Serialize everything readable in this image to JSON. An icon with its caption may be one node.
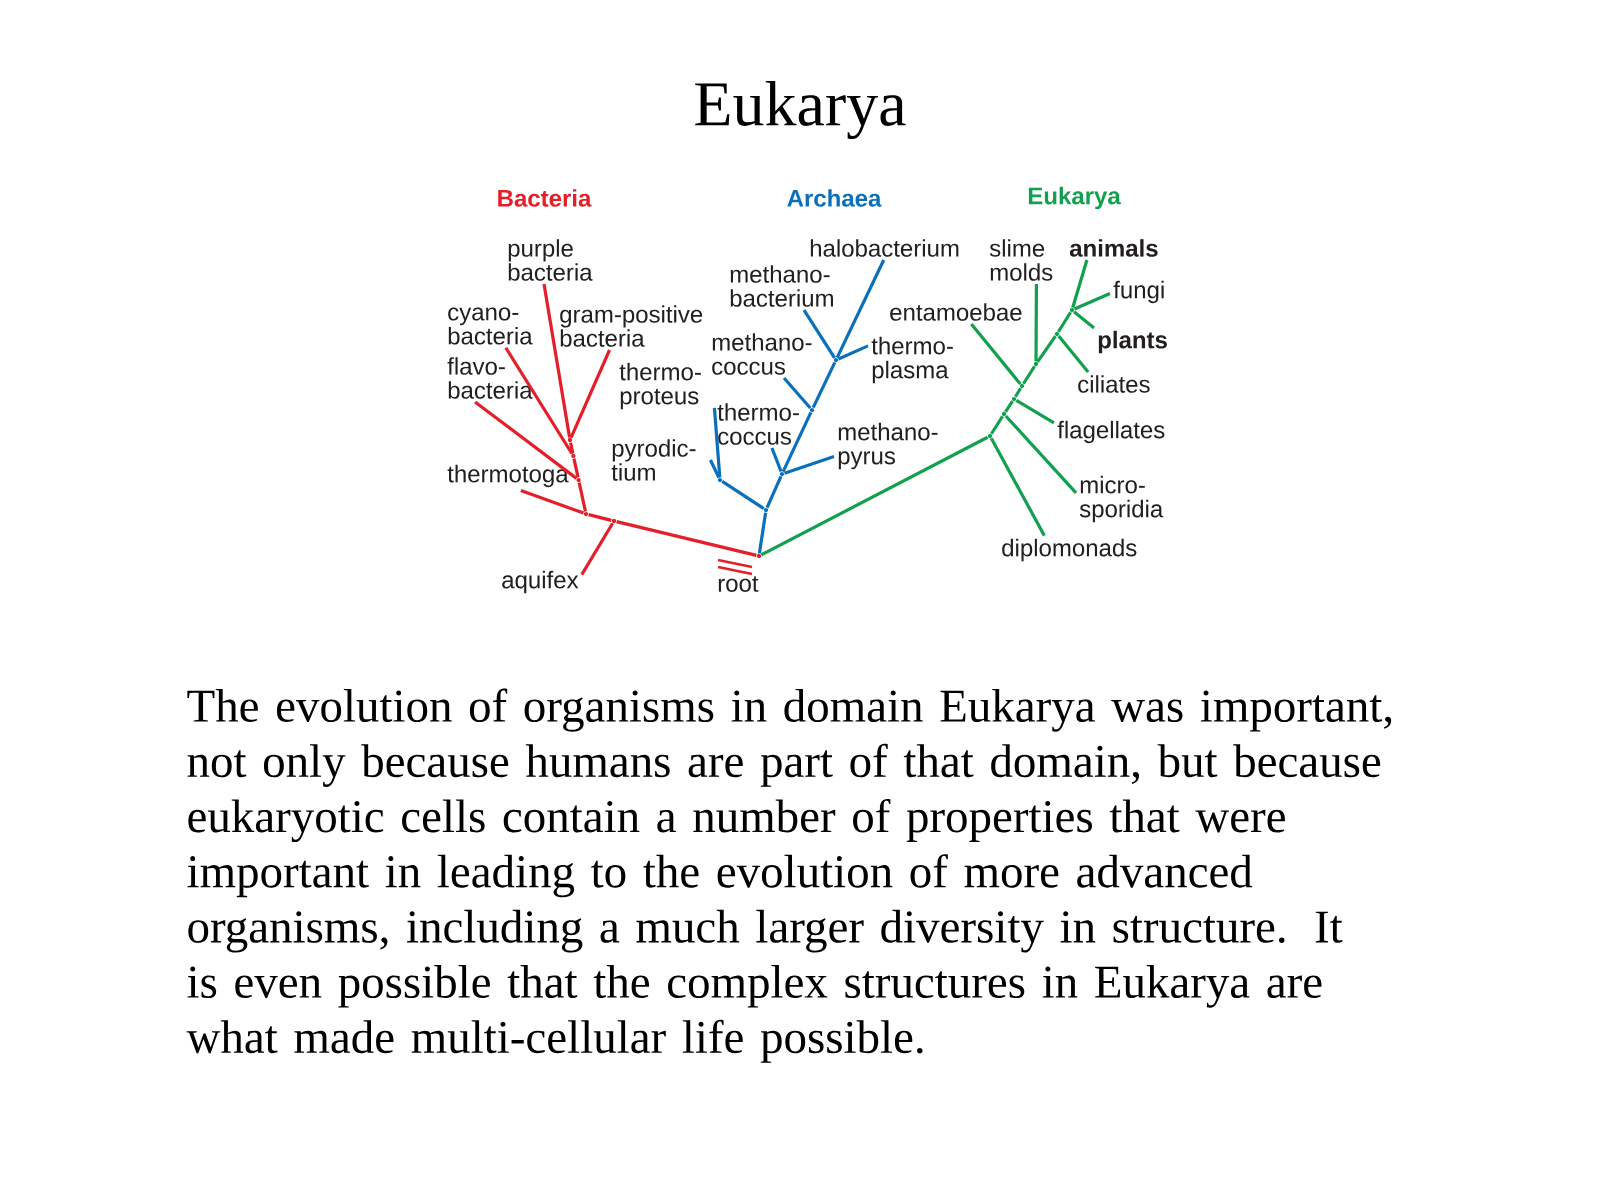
{
  "diagram": {
    "title": "Eukarya",
    "caption": "The evolution of organisms in domain Eukarya was important, not only because humans are part of that domain, but because eukaryotic cells contain a number of properties that were important in leading to the evolution of more advanced organisms, including a much larger diversity in structure. It is even possible that the complex structures in Eukarya are what made multi-cellular life possible.",
    "nodes": [
      {
        "text": [
          "purple bacteria"
        ]
      },
      {
        "text": [
          "cyano- bacteria"
        ]
      },
      {
        "text": [
          "gram-positive bacteria"
        ]
      },
      {
        "text": [
          "flavo- bacteria"
        ]
      },
      {
        "text": [
          "thermotoga"
        ]
      },
      {
        "text": [
          "aquifex"
        ]
      },
      {
        "text": [
          "halobacterium"
        ]
      },
      {
        "text": [
          "methano- bacterium"
        ]
      },
      {
        "text": [
          "methano- coccus"
        ]
      },
      {
        "text": [
          "thermo- plasma"
        ]
      },
      {
        "text": [
          "thermo- proteus"
        ]
      },
      {
        "text": [
          "thermo- coccus"
        ]
      },
      {
        "text": [
          "methano- pyrus"
        ]
      },
      {
        "text": [
          "pyrodic- tium"
        ]
      },
      {
        "text": [
          "slime molds"
        ]
      },
      {
        "text": [
          "animals"
        ]
      },
      {
        "text": [
          "entamoebae"
        ]
      },
      {
        "text": [
          "fungi"
        ]
      },
      {
        "text": [
          "plants"
        ]
      },
      {
        "text": [
          "ciliates"
        ]
      },
      {
        "text": [
          "flagellates"
        ]
      },
      {
        "text": [
          "micro- sporidia"
        ]
      },
      {
        "text": [
          "diplomonads"
        ]
      },
      {
        "text": [],
        "shape": "dot"
      },
      {
        "text": [],
        "shape": "dot"
      },
      {
        "text": [],
        "shape": "dot"
      },
      {
        "text": [],
        "shape": "dot"
      },
      {
        "text": [],
        "shape": "dot"
      },
      {
        "text": [],
        "shape": "dot"
      },
      {
        "text": [],
        "shape": "dot"
      },
      {
        "text": [],
        "shape": "dot"
      },
      {
        "text": [],
        "shape": "dot"
      },
      {
        "text": [],
        "shape": "dot"
      },
      {
        "text": [],
        "shape": "dot"
      },
      {
        "text": [],
        "shape": "dot"
      },
      {
        "text": [],
        "shape": "dot"
      },
      {
        "text": [],
        "shape": "dot"
      },
      {
        "text": [],
        "shape": "dot"
      },
      {
        "text": [],
        "shape": "dot"
      },
      {
        "text": [],
        "shape": "dot"
      },
      {
        "text": [],
        "shape": "dot"
      }
    ],
    "edges": [
      {
        "from": 23,
        "to": 24,
        "arrow": "none",
        "color": "#e3202a"
      },
      {
        "from": 24,
        "to": 25,
        "arrow": "none",
        "color": "#e3202a"
      },
      {
        "from": 24,
        "to": 5,
        "arrow": "none",
        "color": "#e3202a"
      },
      {
        "from": 25,
        "to": 4,
        "arrow": "none",
        "color": "#e3202a"
      },
      {
        "from": 25,
        "to": 26,
        "arrow": "none",
        "color": "#e3202a"
      },
      {
        "from": 26,
        "to": 3,
        "arrow": "none",
        "color": "#e3202a"
      },
      {
        "from": 26,
        "to": 27,
        "arrow": "none",
        "color": "#e3202a"
      },
      {
        "from": 27,
        "to": 1,
        "arrow": "none",
        "color": "#e3202a"
      },
      {
        "from": 27,
        "to": 28,
        "arrow": "none",
        "color": "#e3202a"
      },
      {
        "from": 28,
        "to": 0,
        "arrow": "none",
        "color": "#e3202a"
      },
      {
        "from": 28,
        "to": 2,
        "arrow": "none",
        "color": "#e3202a"
      },
      {
        "from": 23,
        "to": 29,
        "arrow": "none",
        "color": "#0a70bb"
      },
      {
        "from": 29,
        "to": 30,
        "arrow": "none",
        "color": "#0a70bb"
      },
      {
        "from": 30,
        "to": 10,
        "arrow": "none",
        "color": "#0a70bb"
      },
      {
        "from": 30,
        "to": 13,
        "arrow": "none",
        "color": "#0a70bb"
      },
      {
        "from": 29,
        "to": 31,
        "arrow": "none",
        "color": "#0a70bb"
      },
      {
        "from": 31,
        "to": 11,
        "arrow": "none",
        "color": "#0a70bb"
      },
      {
        "from": 31,
        "to": 12,
        "arrow": "none",
        "color": "#0a70bb"
      },
      {
        "from": 31,
        "to": 32,
        "arrow": "none",
        "color": "#0a70bb"
      },
      {
        "from": 32,
        "to": 8,
        "arrow": "none",
        "color": "#0a70bb"
      },
      {
        "from": 32,
        "to": 33,
        "arrow": "none",
        "color": "#0a70bb"
      },
      {
        "from": 33,
        "to": 7,
        "arrow": "none",
        "color": "#0a70bb"
      },
      {
        "from": 33,
        "to": 9,
        "arrow": "none",
        "color": "#0a70bb"
      },
      {
        "from": 33,
        "to": 6,
        "arrow": "none",
        "color": "#0a70bb"
      },
      {
        "from": 23,
        "to": 34,
        "arrow": "none",
        "color": "#12a04e"
      },
      {
        "from": 34,
        "to": 22,
        "arrow": "none",
        "color": "#12a04e"
      },
      {
        "from": 34,
        "to": 35,
        "arrow": "none",
        "color": "#12a04e"
      },
      {
        "from": 35,
        "to": 21,
        "arrow": "none",
        "color": "#12a04e"
      },
      {
        "from": 35,
        "to": 36,
        "arrow": "none",
        "color": "#12a04e"
      },
      {
        "from": 36,
        "to": 20,
        "arrow": "none",
        "color": "#12a04e"
      },
      {
        "from": 36,
        "to": 37,
        "arrow": "none",
        "color": "#12a04e"
      },
      {
        "from": 37,
        "to": 16,
        "arrow": "none",
        "color": "#12a04e"
      },
      {
        "from": 37,
        "to": 38,
        "arrow": "none",
        "color": "#12a04e"
      },
      {
        "from": 38,
        "to": 14,
        "arrow": "none",
        "color": "#12a04e"
      },
      {
        "from": 38,
        "to": 39,
        "arrow": "none",
        "color": "#12a04e"
      },
      {
        "from": 39,
        "to": 19,
        "arrow": "none",
        "color": "#12a04e"
      },
      {
        "from": 39,
        "to": 40,
        "arrow": "none",
        "color": "#12a04e"
      },
      {
        "from": 40,
        "to": 15,
        "arrow": "none",
        "color": "#12a04e"
      },
      {
        "from": 40,
        "to": 17,
        "arrow": "none",
        "color": "#12a04e"
      },
      {
        "from": 40,
        "to": 18,
        "arrow": "none",
        "color": "#12a04e"
      }
    ],
    "labels": [
      "Bacteria",
      "Archaea",
      "Eukarya",
      "root"
    ]
  }
}
